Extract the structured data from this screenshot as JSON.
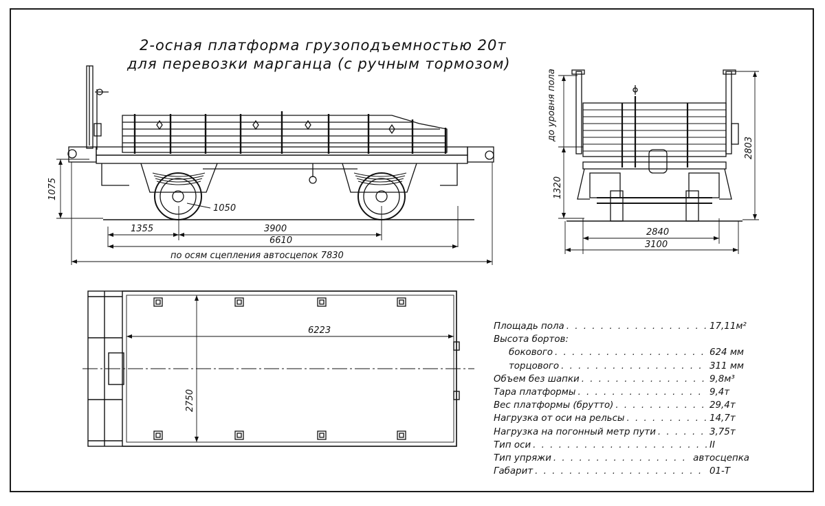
{
  "title": {
    "line1": "2-осная   платформа   грузоподъемностью 20т",
    "line2": "для  перевозки  марганца  (с ручным  тормозом)"
  },
  "side_view": {
    "height_label": "1075",
    "wheel_label": "1050",
    "dim_1355": "1355",
    "dim_3900": "3900",
    "dim_6610": "6610",
    "dim_coupling": "по осям сцепления автосцепок 7830"
  },
  "end_view": {
    "floor_level_label": "до уровня пола",
    "dim_1320": "1320",
    "dim_2803": "2803",
    "dim_2840": "2840",
    "dim_3100": "3100"
  },
  "plan_view": {
    "length": "6223",
    "width": "2750"
  },
  "specs": [
    {
      "label": "Площадь пола",
      "value": "17,11м²",
      "dots": true,
      "indent": false
    },
    {
      "label": "Высота бортов:",
      "value": "",
      "dots": false,
      "indent": false
    },
    {
      "label": "бокового",
      "value": "624 мм",
      "dots": true,
      "indent": true
    },
    {
      "label": "торцового",
      "value": "311 мм",
      "dots": true,
      "indent": true
    },
    {
      "label": "Объем без шапки",
      "value": "9,8м³",
      "dots": true,
      "indent": false
    },
    {
      "label": "Тара платформы",
      "value": "9,4т",
      "dots": true,
      "indent": false
    },
    {
      "label": "Вес платформы (брутто)",
      "value": "29,4т",
      "dots": true,
      "indent": false
    },
    {
      "label": "Нагрузка от оси на рельсы",
      "value": "14,7т",
      "dots": true,
      "indent": false
    },
    {
      "label": "Нагрузка на погонный метр пути",
      "value": "3,75т",
      "dots": true,
      "indent": false
    },
    {
      "label": "Тип оси",
      "value": "II",
      "dots": true,
      "indent": false
    },
    {
      "label": "Тип упряжи",
      "value": "автосцепка",
      "dots": true,
      "indent": false
    },
    {
      "label": "Габарит",
      "value": "01-Т",
      "dots": true,
      "indent": false
    }
  ]
}
